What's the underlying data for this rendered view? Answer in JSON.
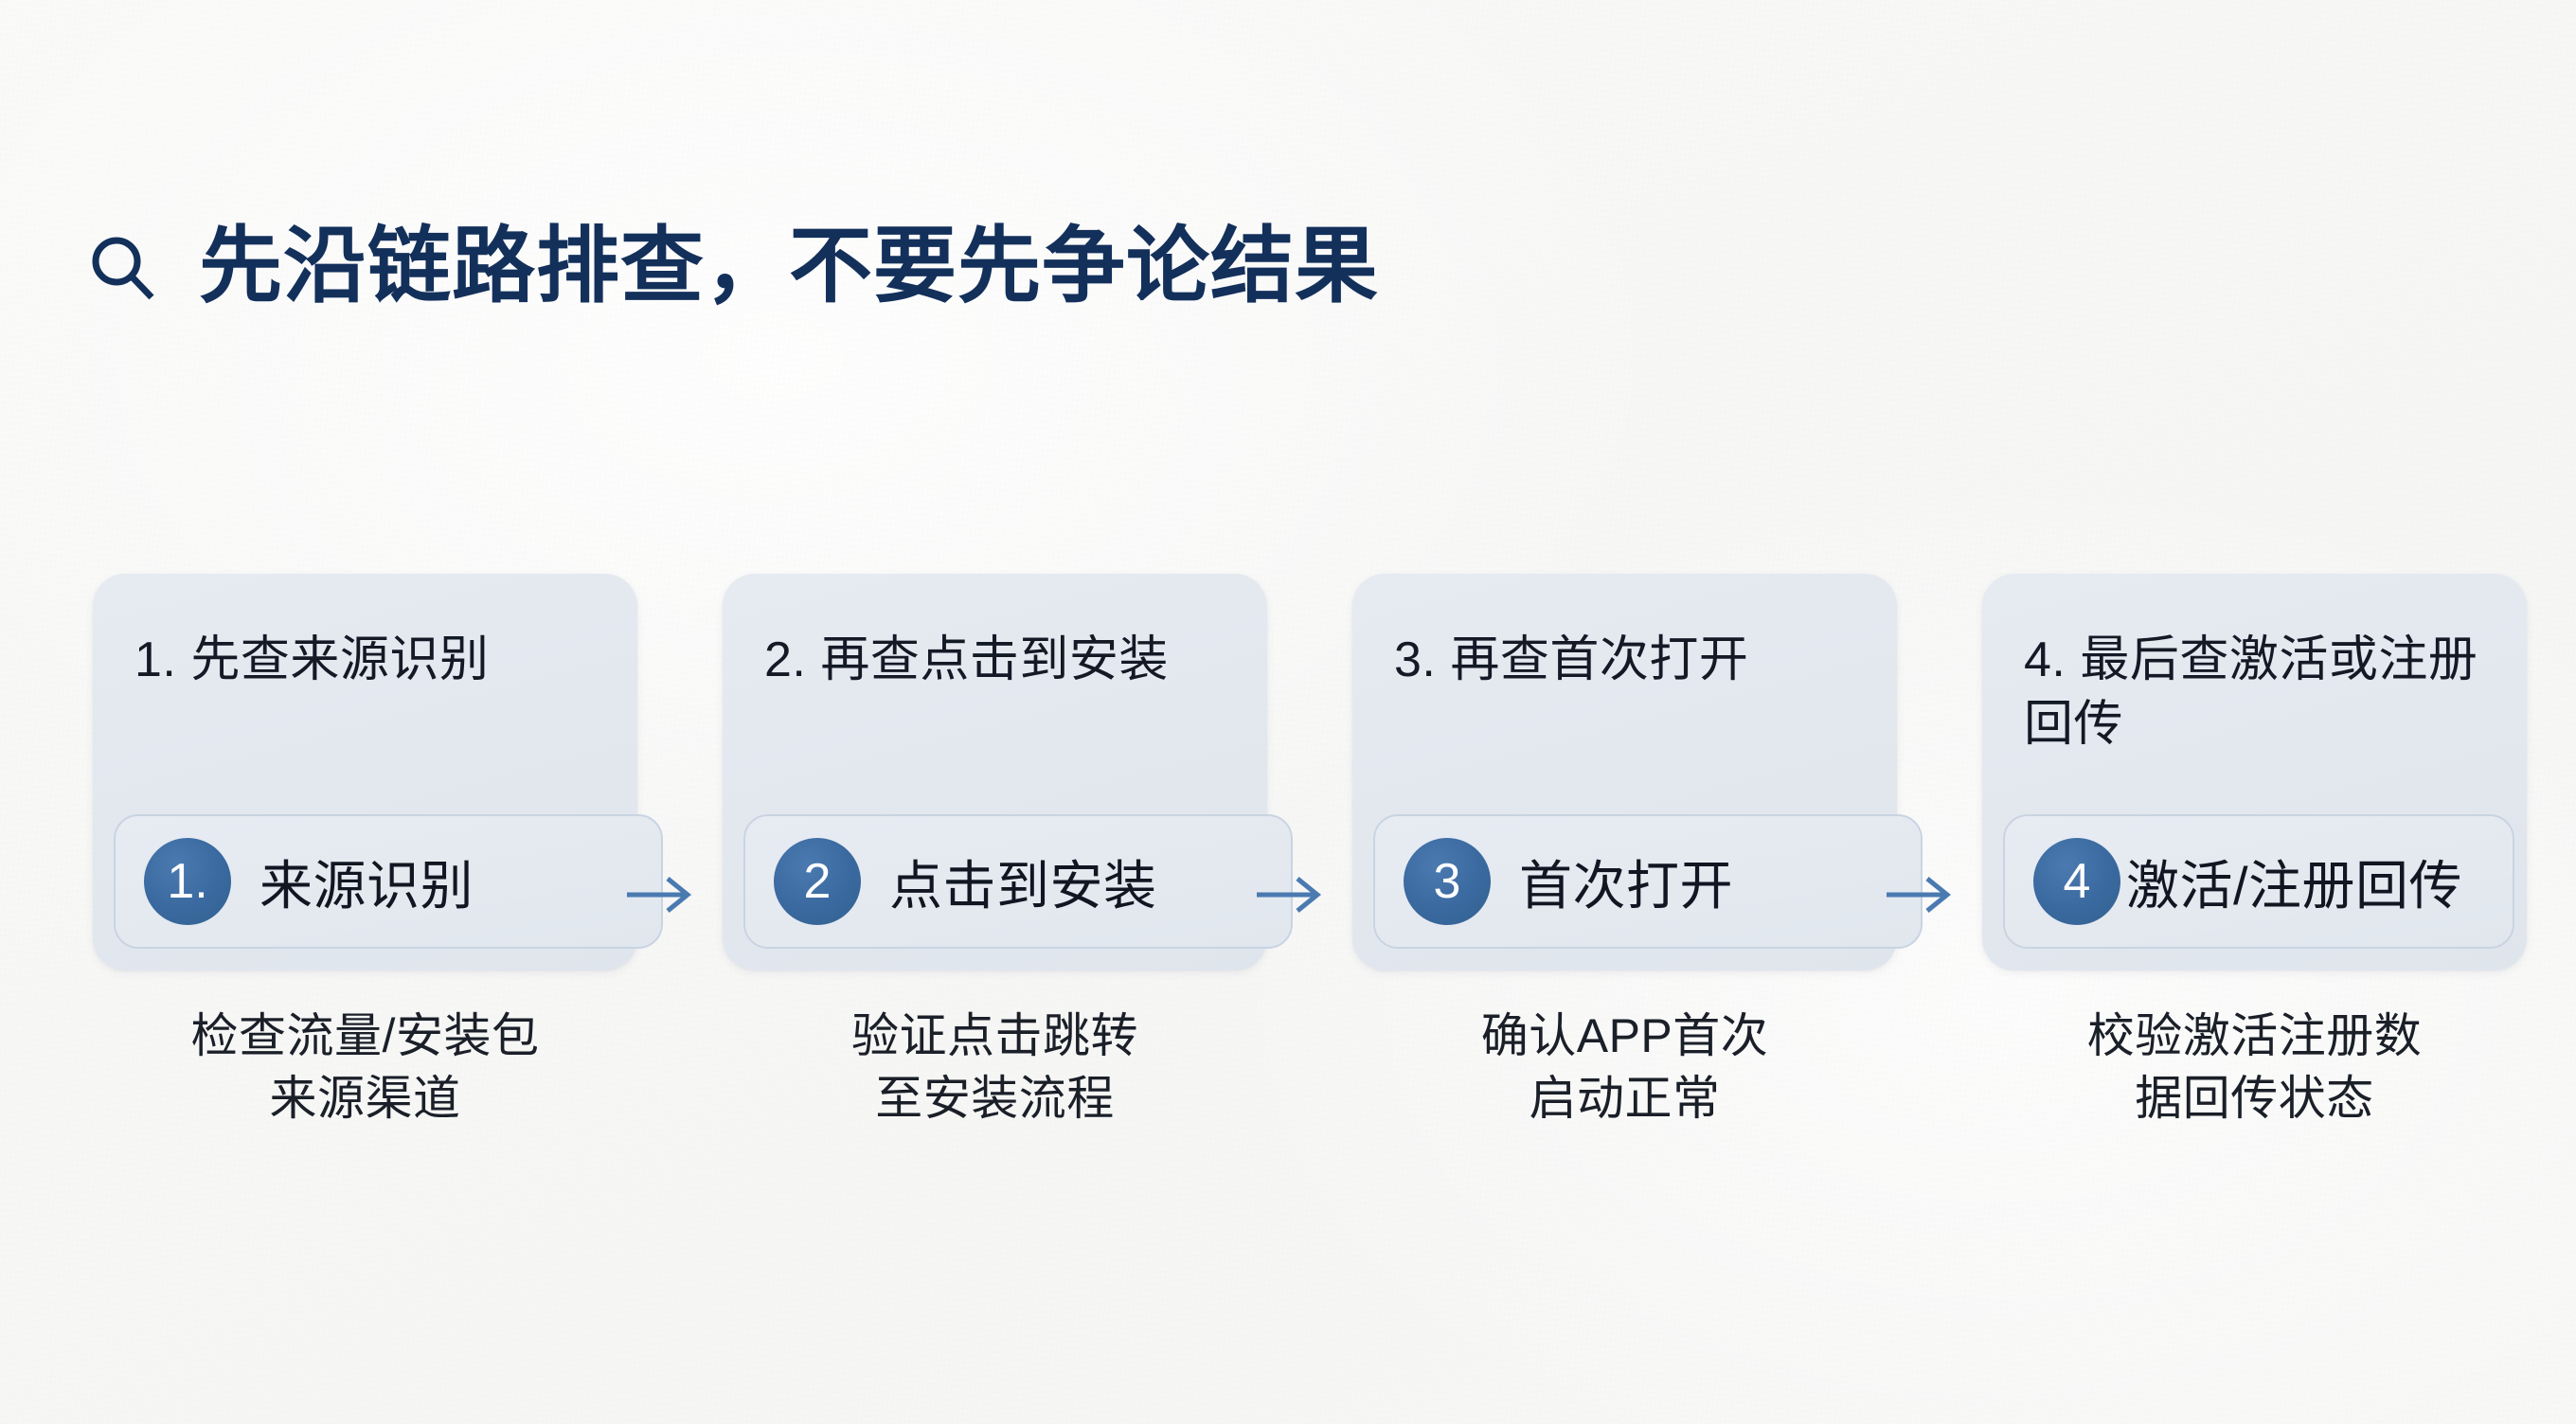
{
  "header": {
    "icon": "search-icon",
    "title": "先沿链路排查，不要先争论结果"
  },
  "colors": {
    "title_navy": "#13305b",
    "badge_blue": "#39699f",
    "card_fill": "#e3e8ef",
    "pill_border": "#c9d4e2",
    "arrow_blue": "#4a7ab0",
    "background": "#f8f8f7",
    "body_text": "#131a26"
  },
  "flow": {
    "arrow_icon": "arrow-right-icon",
    "steps": [
      {
        "number": "1.",
        "card_title": "1. 先查来源识别",
        "badge": "1.",
        "pill_label": "来源识别",
        "caption": "检查流量/安装包\n来源渠道"
      },
      {
        "number": "2.",
        "card_title": "2. 再查点击到安装",
        "badge": "2",
        "pill_label": "点击到安装",
        "caption": "验证点击跳转\n至安装流程"
      },
      {
        "number": "3.",
        "card_title": "3. 再查首次打开",
        "badge": "3",
        "pill_label": "首次打开",
        "caption": "确认APP首次\n启动正常"
      },
      {
        "number": "4.",
        "card_title": "4. 最后查激活或注册回传",
        "badge": "4",
        "pill_label": "激活/注册回传",
        "caption": "校验激活注册数\n据回传状态"
      }
    ]
  }
}
